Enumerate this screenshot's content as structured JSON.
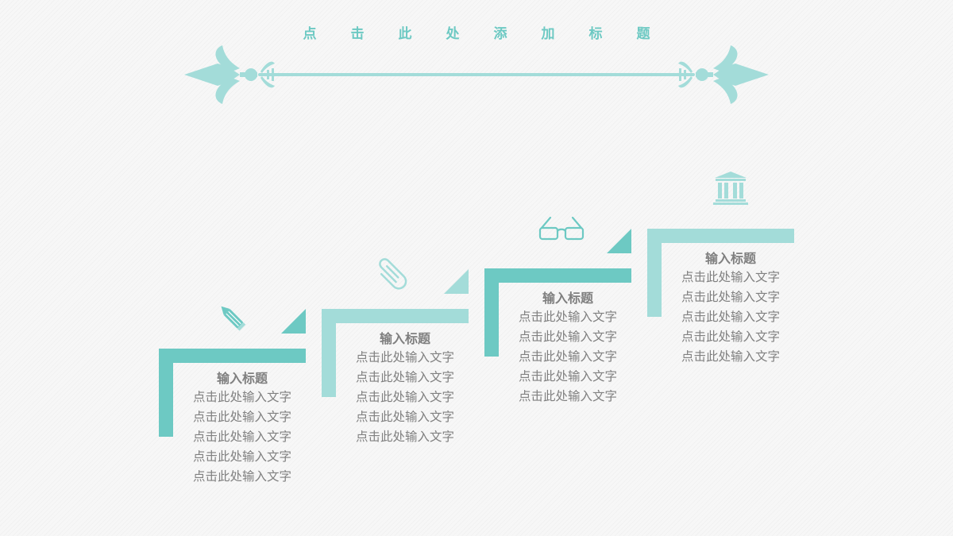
{
  "title_chars": [
    "点",
    "击",
    "此",
    "处",
    "添",
    "加",
    "标",
    "题"
  ],
  "colors": {
    "teal_dark": "#6dc9c3",
    "teal_light": "#a3dcd9",
    "text_gray": "#808080"
  },
  "steps": [
    {
      "icon": "pencil-icon",
      "heading": "输入标题",
      "lines": [
        "点击此处输入文字",
        "点击此处输入文字",
        "点击此处输入文字",
        "点击此处输入文字",
        "点击此处输入文字"
      ]
    },
    {
      "icon": "paperclip-icon",
      "heading": "输入标题",
      "lines": [
        "点击此处输入文字",
        "点击此处输入文字",
        "点击此处输入文字",
        "点击此处输入文字",
        "点击此处输入文字"
      ]
    },
    {
      "icon": "glasses-icon",
      "heading": "输入标题",
      "lines": [
        "点击此处输入文字",
        "点击此处输入文字",
        "点击此处输入文字",
        "点击此处输入文字",
        "点击此处输入文字"
      ]
    },
    {
      "icon": "bank-icon",
      "heading": "输入标题",
      "lines": [
        "点击此处输入文字",
        "点击此处输入文字",
        "点击此处输入文字",
        "点击此处输入文字",
        "点击此处输入文字"
      ]
    }
  ]
}
